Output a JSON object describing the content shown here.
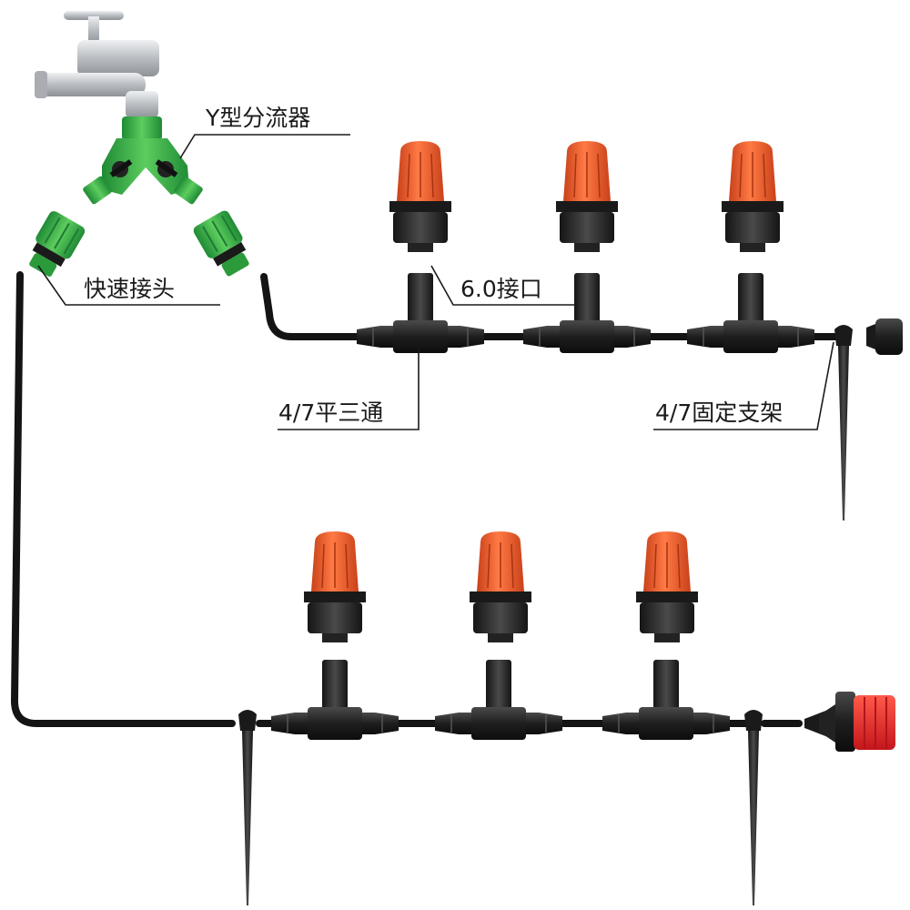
{
  "labels": {
    "y_splitter": "Y型分流器",
    "quick_connector": "快速接头",
    "port_6": "6.0接口",
    "tee_4_7": "4/7平三通",
    "stake_4_7": "4/7固定支架"
  },
  "colors": {
    "hose": "#141414",
    "connector_green": "#3bb54a",
    "connector_green_dark": "#1f7a33",
    "nozzle_orange": "#f05a2c",
    "nozzle_orange_dark": "#c53f16",
    "dripper_red": "#e8242a",
    "fitting_black": "#2a2a2a",
    "faucet_silver": "#c9ccd0"
  },
  "icons": [
    "faucet-icon",
    "y-splitter-icon",
    "quick-connector-icon",
    "mist-nozzle-icon",
    "tee-fitting-icon",
    "ground-stake-icon",
    "end-plug-icon",
    "dripper-icon"
  ]
}
